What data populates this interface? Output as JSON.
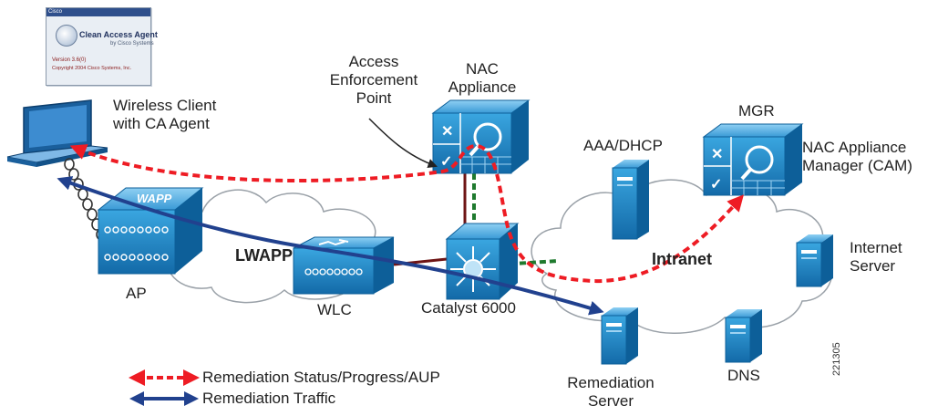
{
  "agent_window": {
    "titlebar": "Cisco",
    "title": "Clean Access Agent",
    "subtitle": "by Cisco Systems",
    "version": "Version 3.6(0)",
    "copyright": "Copyright 2004 Cisco Systems, Inc."
  },
  "labels": {
    "wireless_client": "Wireless Client\nwith CA Agent",
    "access_enforcement": "Access\nEnforcement\nPoint",
    "nac_appliance": "NAC\nAppliance",
    "aaa_dhcp": "AAA/DHCP",
    "mgr": "MGR",
    "nac_manager": "NAC Appliance\nManager (CAM)",
    "internet_server": "Internet\nServer",
    "intranet": "Intranet",
    "lwapp": "LWAPP",
    "ap": "AP",
    "wlc": "WLC",
    "catalyst": "Catalyst 6000",
    "remediation_server": "Remediation\nServer",
    "dns": "DNS",
    "figure_id": "221305"
  },
  "legend": [
    {
      "label": "Remediation Status/Progress/AUP",
      "color": "#ee1c24",
      "style": "dashed"
    },
    {
      "label": "Remediation Traffic",
      "color": "#21418e",
      "style": "solid"
    }
  ],
  "colors": {
    "device_blue": "#1f87c6",
    "device_dark": "#0d5f99",
    "red_path": "#ee1c24",
    "blue_path": "#21418e",
    "green_link": "#1f7a2e",
    "maroon_link": "#6e1414",
    "cloud_stroke": "#9aa1a8"
  }
}
